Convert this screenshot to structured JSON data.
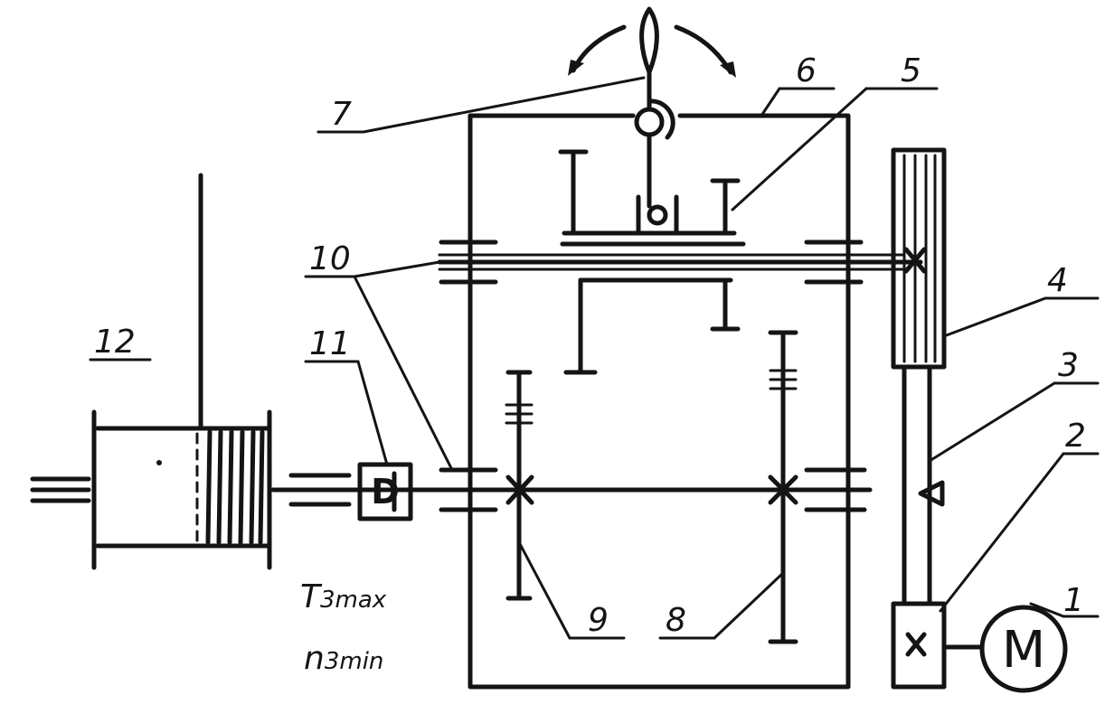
{
  "labels": {
    "l1": "1",
    "l2": "2",
    "l3": "3",
    "l4": "4",
    "l5": "5",
    "l6": "6",
    "l7": "7",
    "l8": "8",
    "l9": "9",
    "l10": "10",
    "l11": "11",
    "l12": "12"
  },
  "notes": {
    "torque": {
      "symbol": "T",
      "subscript": "3max"
    },
    "speed": {
      "symbol": "n",
      "subscript": "3min"
    }
  },
  "motor_symbol": "M",
  "coupling_symbol": "D"
}
